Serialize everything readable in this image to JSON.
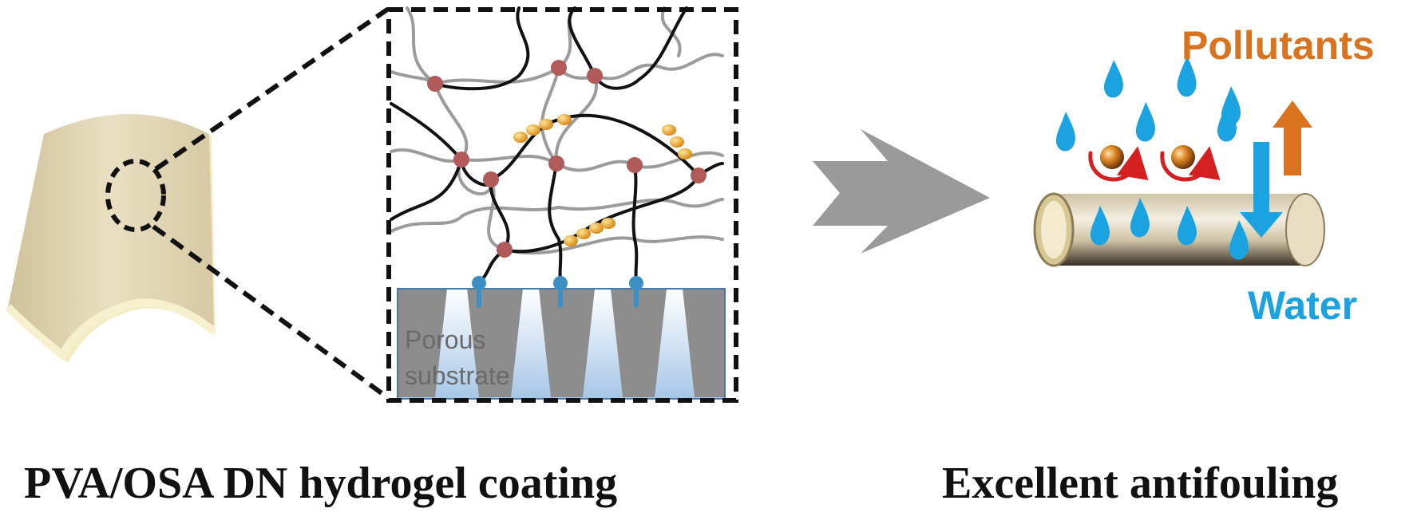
{
  "figure": {
    "caption_left": "PVA/OSA DN hydrogel coating",
    "caption_right": "Excellent antifouling"
  },
  "zoom_panel": {
    "substrate_label_line1": "Porous",
    "substrate_label_line2": "substrate"
  },
  "antifouling_panel": {
    "pollutants_label": "Pollutants",
    "water_label": "Water"
  },
  "colors": {
    "coating": "#e8dcbc",
    "crosslink_node": "#b05a5a",
    "osa_bead": "#f2a422",
    "anchor": "#3b8fc4",
    "water_drop": "#1aa3e0",
    "pollutant": "#b8661a",
    "pollutants_arrow": "#d9731f",
    "flow_arrow": "#9a9a9a",
    "repel_arrow": "#d42020"
  }
}
